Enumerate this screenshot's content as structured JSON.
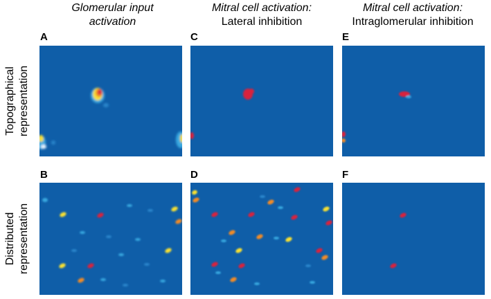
{
  "columns": [
    {
      "title_line1": "Glomerular input",
      "title_line2": "activation"
    },
    {
      "title_line1": "Mitral cell activation:",
      "title_line2": "Lateral inhibition"
    },
    {
      "title_line1": "Mitral cell activation:",
      "title_line2": "Intraglomerular inhibition"
    }
  ],
  "rows": [
    {
      "label_line1": "Topographical",
      "label_line2": "representation"
    },
    {
      "label_line1": "Distributed",
      "label_line2": "representation"
    }
  ],
  "panel_letters": [
    "A",
    "B",
    "C",
    "D",
    "E",
    "F"
  ],
  "colors": {
    "background": "#0f5ea8",
    "red": "#d8203c",
    "orange": "#f08a28",
    "yellow": "#f8e030",
    "cyan": "#38a8e0",
    "faint": "#2a86cc"
  }
}
